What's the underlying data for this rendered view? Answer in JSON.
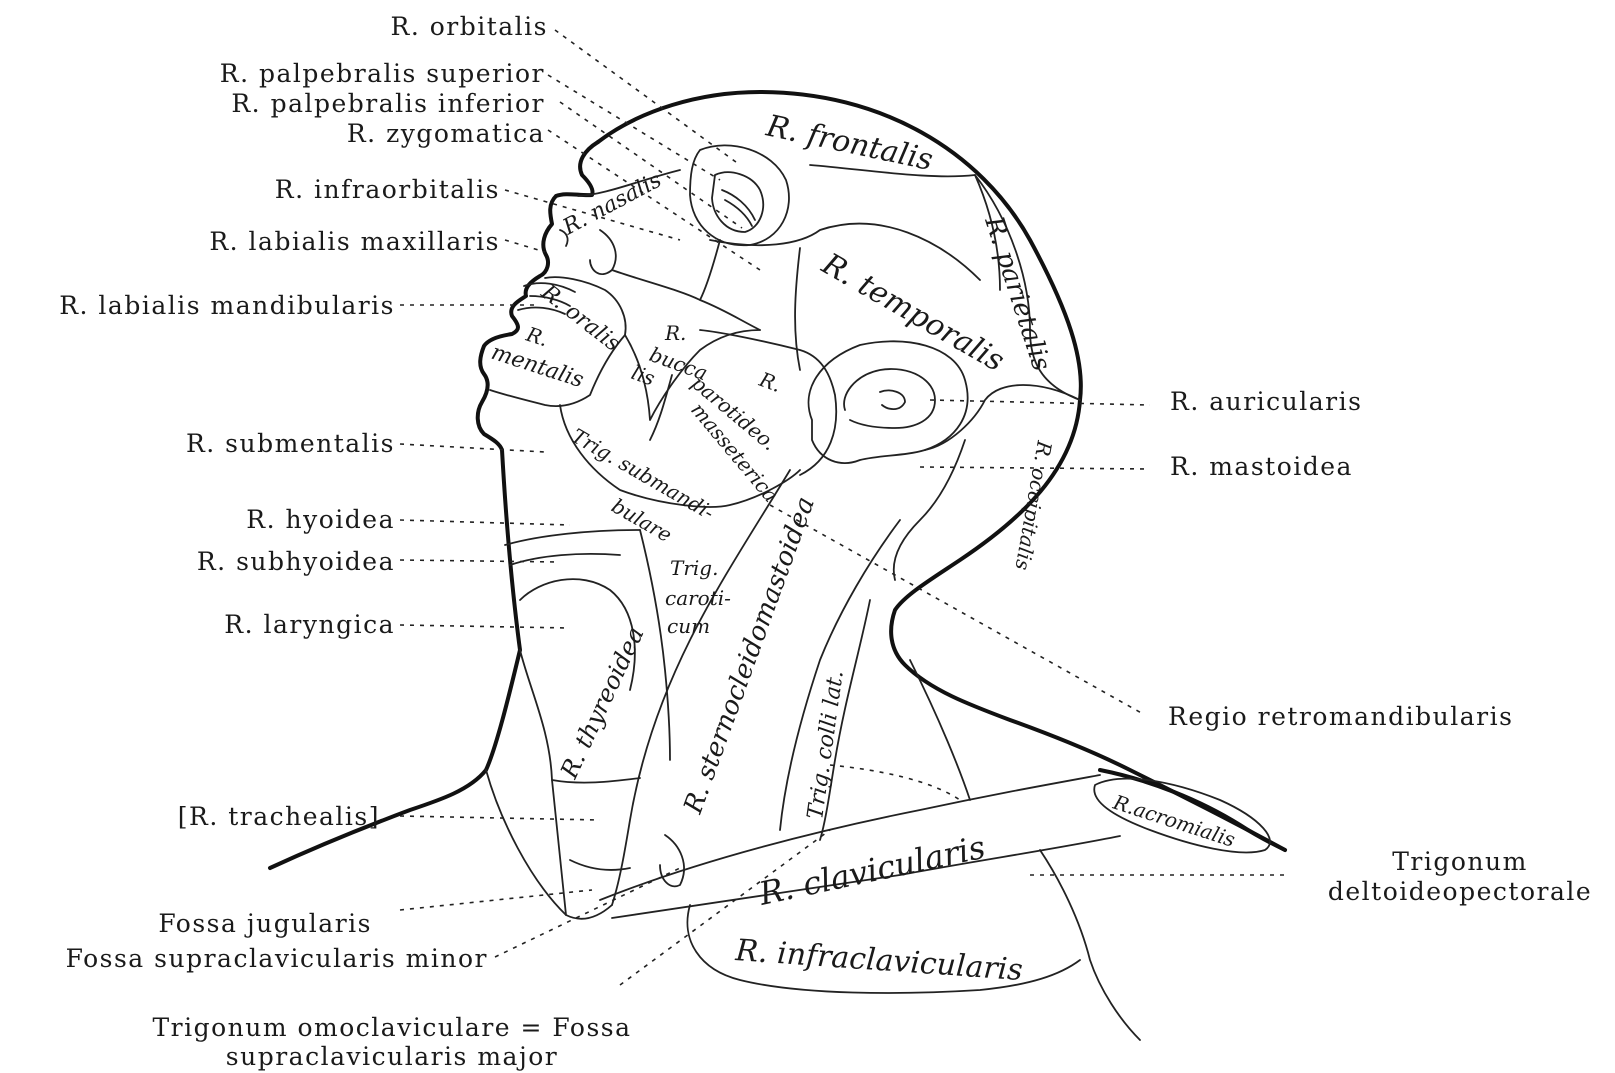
{
  "external_labels": {
    "orbitalis": "R. orbitalis",
    "palpebralis_superior": "R. palpebralis superior",
    "palpebralis_inferior": "R. palpebralis inferior",
    "zygomatica": "R. zygomatica",
    "infraorbitalis": "R. infraorbitalis",
    "labialis_maxillaris": "R. labialis maxillaris",
    "labialis_mandibularis": "R. labialis mandibularis",
    "submentalis": "R. submentalis",
    "hyoidea": "R. hyoidea",
    "subhyoidea": "R. subhyoidea",
    "laryngica": "R. laryngica",
    "trachealis": "[R. trachealis]",
    "fossa_jugularis": "Fossa jugularis",
    "fossa_supraclavicularis_minor": "Fossa supraclavicularis minor",
    "trigonum_omoclaviculare_line1": "Trigonum omoclaviculare = Fossa",
    "trigonum_omoclaviculare_line2": "supraclavicularis major",
    "auricularis": "R. auricularis",
    "mastoidea": "R. mastoidea",
    "retromandibularis": "Regio retromandibularis",
    "trigonum_deltoideopectorale_line1": "Trigonum",
    "trigonum_deltoideopectorale_line2": "deltoideopectorale"
  },
  "internal_labels": {
    "frontalis": "R. frontalis",
    "parietalis": "R. parietalis",
    "temporalis": "R. temporalis",
    "nasalis": "R. nasalis",
    "oralis": "R. oralis",
    "mentalis_1": "R.",
    "mentalis_2": "mentalis",
    "buccalis_1": "R.",
    "buccalis_2": "bucca",
    "buccalis_3": "lis",
    "parotideo_1": "R.",
    "parotideo_2": "parotideo.",
    "parotideo_3": "masseterica",
    "occipitalis": "R. occipitalis",
    "submandibulare_1": "Trig. submandi-",
    "submandibulare_2": "bulare",
    "caroticum_1": "Trig.",
    "caroticum_2": "caroti-",
    "caroticum_3": "cum",
    "sternocleidomastoidea": "R. sternocleidomastoidea",
    "thyreoidea": "R. thyreoidea",
    "colli_lat": "Trig. colli lat.",
    "clavicularis": "R. clavicularis",
    "acromialis": "R.acromialis",
    "infraclavicularis": "R. infraclavicularis"
  }
}
